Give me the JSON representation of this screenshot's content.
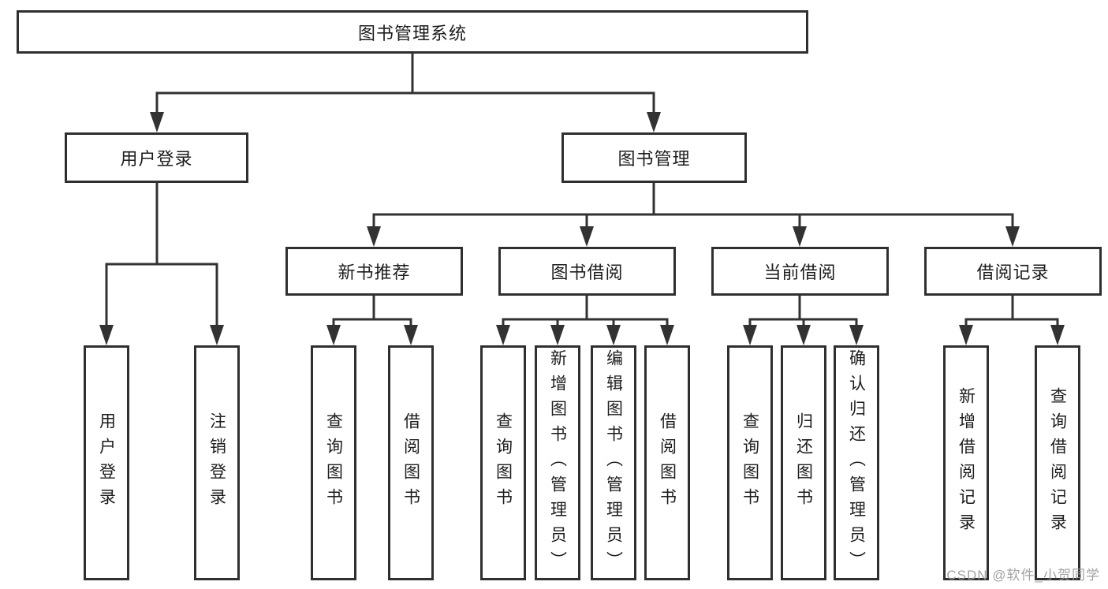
{
  "tree": {
    "root": "图书管理系统",
    "branches": [
      {
        "label": "用户登录",
        "children": [
          "用户登录",
          "注销登录"
        ]
      },
      {
        "label": "图书管理",
        "groups": [
          {
            "label": "新书推荐",
            "children": [
              "查询图书",
              "借阅图书"
            ]
          },
          {
            "label": "图书借阅",
            "children": [
              "查询图书",
              "新增图书（管理员）",
              "编辑图书（管理员）",
              "借阅图书"
            ]
          },
          {
            "label": "当前借阅",
            "children": [
              "查询图书",
              "归还图书",
              "确认归还（管理员）"
            ]
          },
          {
            "label": "借阅记录",
            "children": [
              "新增借阅记录",
              "查询借阅记录"
            ]
          }
        ]
      }
    ]
  },
  "watermark": "CSDN @软件_小贺同学",
  "colors": {
    "line": "#323232",
    "box_border": "#2f2f2f",
    "text": "#1c1c1c",
    "background": "#ffffff",
    "watermark": "#9b9b9b"
  }
}
